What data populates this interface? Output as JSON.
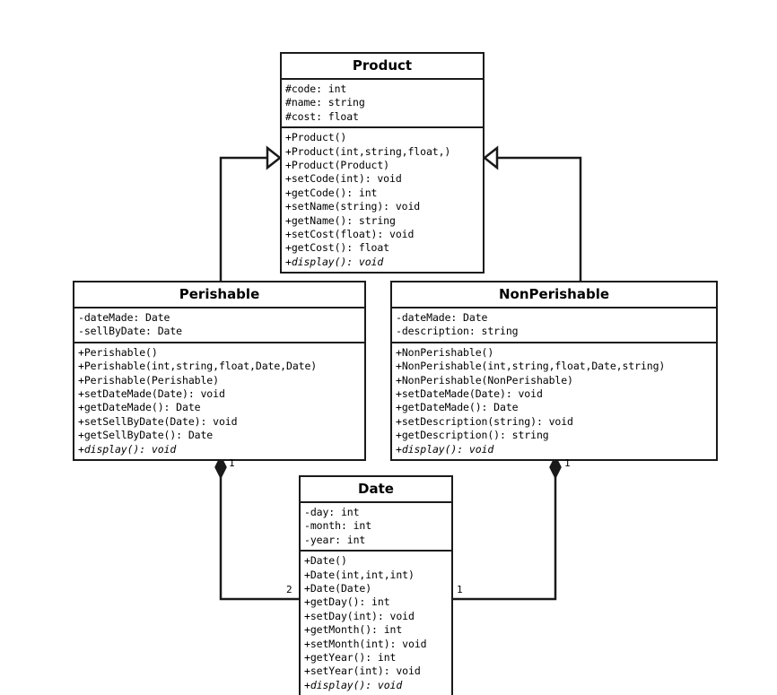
{
  "diagram": {
    "title": "Product class hierarchy UML diagram",
    "background_color": "#ffffff",
    "line_color": "#1a1a1a",
    "text_color": "#000000"
  },
  "classes": {
    "product": {
      "name": "Product",
      "attributes": [
        "#code: int",
        "#name: string",
        "#cost: float"
      ],
      "operations": [
        {
          "text": "+Product()",
          "abstract": false
        },
        {
          "text": "+Product(int,string,float,)",
          "abstract": false
        },
        {
          "text": "+Product(Product)",
          "abstract": false
        },
        {
          "text": "+setCode(int): void",
          "abstract": false
        },
        {
          "text": "+getCode(): int",
          "abstract": false
        },
        {
          "text": "+setName(string): void",
          "abstract": false
        },
        {
          "text": "+getName(): string",
          "abstract": false
        },
        {
          "text": "+setCost(float): void",
          "abstract": false
        },
        {
          "text": "+getCost(): float",
          "abstract": false
        },
        {
          "text": "+display(): void",
          "abstract": true
        }
      ]
    },
    "perishable": {
      "name": "Perishable",
      "attributes": [
        "-dateMade: Date",
        "-sellByDate: Date"
      ],
      "operations": [
        {
          "text": "+Perishable()",
          "abstract": false
        },
        {
          "text": "+Perishable(int,string,float,Date,Date)",
          "abstract": false
        },
        {
          "text": "+Perishable(Perishable)",
          "abstract": false
        },
        {
          "text": "+setDateMade(Date): void",
          "abstract": false
        },
        {
          "text": "+getDateMade(): Date",
          "abstract": false
        },
        {
          "text": "+setSellByDate(Date): void",
          "abstract": false
        },
        {
          "text": "+getSellByDate(): Date",
          "abstract": false
        },
        {
          "text": "+display(): void",
          "abstract": true
        }
      ]
    },
    "nonperishable": {
      "name": "NonPerishable",
      "attributes": [
        "-dateMade: Date",
        "-description: string"
      ],
      "operations": [
        {
          "text": "+NonPerishable()",
          "abstract": false
        },
        {
          "text": "+NonPerishable(int,string,float,Date,string)",
          "abstract": false
        },
        {
          "text": "+NonPerishable(NonPerishable)",
          "abstract": false
        },
        {
          "text": "+setDateMade(Date): void",
          "abstract": false
        },
        {
          "text": "+getDateMade(): Date",
          "abstract": false
        },
        {
          "text": "+setDescription(string): void",
          "abstract": false
        },
        {
          "text": "+getDescription(): string",
          "abstract": false
        },
        {
          "text": "+display(): void",
          "abstract": true
        }
      ]
    },
    "date": {
      "name": "Date",
      "attributes": [
        "-day: int",
        "-month: int",
        "-year: int"
      ],
      "operations": [
        {
          "text": "+Date()",
          "abstract": false
        },
        {
          "text": "+Date(int,int,int)",
          "abstract": false
        },
        {
          "text": "+Date(Date)",
          "abstract": false
        },
        {
          "text": "+getDay(): int",
          "abstract": false
        },
        {
          "text": "+setDay(int): void",
          "abstract": false
        },
        {
          "text": "+getMonth(): int",
          "abstract": false
        },
        {
          "text": "+setMonth(int): void",
          "abstract": false
        },
        {
          "text": "+getYear(): int",
          "abstract": false
        },
        {
          "text": "+setYear(int): void",
          "abstract": false
        },
        {
          "text": "+display(): void",
          "abstract": true
        }
      ]
    }
  },
  "relationships": [
    {
      "id": "perishable-inherits-product",
      "type": "generalization",
      "from": "Perishable",
      "to": "Product",
      "arrow": "hollow-triangle"
    },
    {
      "id": "nonperishable-inherits-product",
      "type": "generalization",
      "from": "NonPerishable",
      "to": "Product",
      "arrow": "hollow-triangle"
    },
    {
      "id": "perishable-composes-date",
      "type": "composition",
      "from": "Perishable",
      "to": "Date",
      "arrow": "filled-diamond",
      "source_multiplicity": "1",
      "target_multiplicity": "2"
    },
    {
      "id": "nonperishable-composes-date",
      "type": "composition",
      "from": "NonPerishable",
      "to": "Date",
      "arrow": "filled-diamond",
      "source_multiplicity": "1",
      "target_multiplicity": "1"
    }
  ],
  "multiplicity_labels": {
    "perishable_end": "1",
    "date_left_end": "2",
    "nonperishable_end": "1",
    "date_right_end": "1"
  }
}
